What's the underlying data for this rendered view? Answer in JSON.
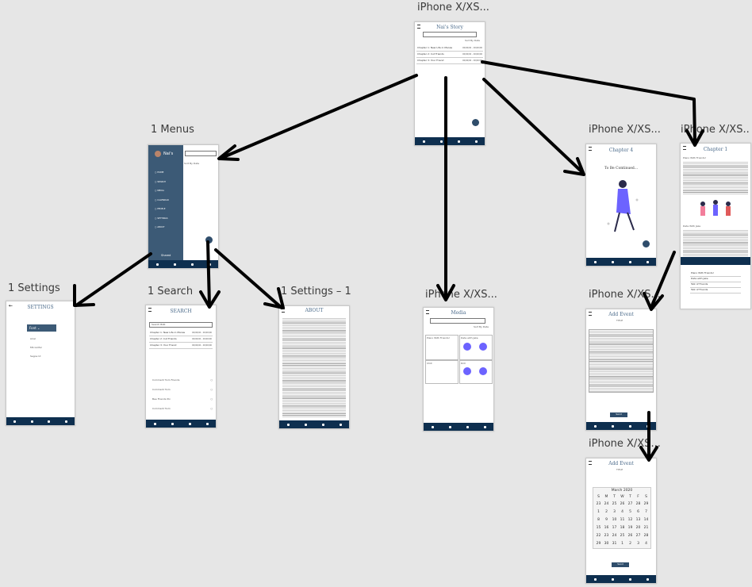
{
  "labels": {
    "top": "iPhone X/XS...",
    "menus": "1 Menus",
    "ch4": "iPhone X/XS...",
    "ch1": "iPhone X/XS...",
    "settings": "1 Settings",
    "search": "1 Search",
    "settings1": "1 Settings – 1",
    "media": "iPhone X/XS...",
    "addevent": "iPhone X/XS...",
    "addevent2": "iPhone X/XS..."
  },
  "screens": {
    "story": {
      "title": "Nai's Story",
      "sort": "Sort By Date",
      "rows": [
        {
          "t": "Chapter 1: New Life in Manas",
          "d": "00/00/00 - 00/00/00"
        },
        {
          "t": "Chapter 2: Cut Friends",
          "d": "00/00/00 - 00/00/00"
        },
        {
          "t": "Chapter 3: Your Friend",
          "d": "00/00/00 - 00/00/00"
        }
      ]
    },
    "menu": {
      "name": "Nai's",
      "items": [
        "HOME",
        "SEARCH",
        "MEDIA",
        "CALENDAR",
        "PEOPLE",
        "SETTINGS",
        "ABOUT"
      ],
      "footer": "Shared",
      "peek": "Sort By Date"
    },
    "settings": {
      "title": "SETTINGS",
      "selected": "Font",
      "options": [
        "Arial",
        "MS Gothic",
        "Segoe UI"
      ]
    },
    "search": {
      "title": "SEARCH",
      "placeholder": "Search BAR",
      "rows": [
        {
          "t": "Chapter 1: New Life in Manas",
          "d": "00/00/00 - 00/00/00"
        },
        {
          "t": "Chapter 2: Cut Friends",
          "d": "00/00/00 - 00/00/00"
        },
        {
          "t": "Chapter 3: Your Friend",
          "d": "00/00/00 - 00/00/00"
        }
      ],
      "recent": [
        "Comment from Friends",
        "Comment from",
        "Bee Friends Pix",
        "Comment from"
      ]
    },
    "about": {
      "title": "ABOUT"
    },
    "media": {
      "title": "Media",
      "sort": "Sort By Date",
      "cards": [
        "Piano With Friends!",
        "Date with Jake",
        "Chill",
        "Drill"
      ]
    },
    "ch4": {
      "title": "Chapter 4",
      "sub": "To Be Continued..."
    },
    "ch1": {
      "title": "Chapter 1",
      "sec1": "Piano With Friends!",
      "sec2": "Date With Jake",
      "list": [
        "Piano With Friends!",
        "Date with Jake",
        "Talk of Friends",
        "Talk of Friends"
      ]
    },
    "addevent": {
      "title": "Add Event",
      "field": "TITLE",
      "button": "Send"
    },
    "addevent2": {
      "title": "Add Event",
      "field": "TITLE",
      "month": "March 2020",
      "dow": [
        "S",
        "M",
        "T",
        "W",
        "T",
        "F",
        "S"
      ],
      "days": [
        "23",
        "24",
        "25",
        "26",
        "27",
        "28",
        "29",
        "1",
        "2",
        "3",
        "4",
        "5",
        "6",
        "7",
        "8",
        "9",
        "10",
        "11",
        "12",
        "13",
        "14",
        "15",
        "16",
        "17",
        "18",
        "19",
        "20",
        "21",
        "22",
        "23",
        "24",
        "25",
        "26",
        "27",
        "28",
        "29",
        "30",
        "31",
        "1",
        "2",
        "3",
        "4"
      ],
      "button": "Send"
    }
  },
  "colors": {
    "navy": "#0e2f4f",
    "menu_bg": "#3c5a76",
    "arrow": "#000000"
  }
}
